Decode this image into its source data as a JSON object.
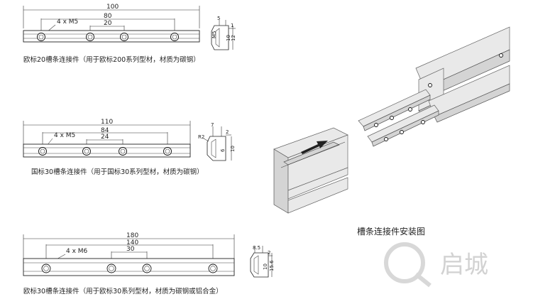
{
  "drawing1": {
    "len_total": "100",
    "len_mid": "80",
    "len_pitch": "20",
    "thread": "4 x M5",
    "sec_top": "5",
    "sec_right": "1",
    "sec_side": "12",
    "sec_side2": "10",
    "caption": "欧标20槽条连接件（用于欧标200系列型材，材质为碳钢）"
  },
  "drawing2": {
    "len_total": "110",
    "len_mid": "84",
    "len_pitch": "24",
    "thread": "4 x M5",
    "sec_top": "7",
    "sec_right": "2",
    "sec_radius": "R2",
    "sec_side": "10",
    "sec_side2": "6",
    "caption": "国标30槽条连接件（用于国标30系列型材，材质为碳钢）"
  },
  "drawing3": {
    "len_total": "180",
    "len_mid": "140",
    "len_pitch": "30",
    "thread": "4 x M6",
    "sec_top": "8.5",
    "sec_right": "2",
    "sec_side": "15.6",
    "sec_side2": "10",
    "caption": "欧标30槽条连接件（用于欧标30系列型材，材质为碳钢或铝合金）"
  },
  "install": {
    "title": "槽条连接件安装图"
  },
  "watermark": {
    "text": "启城"
  }
}
